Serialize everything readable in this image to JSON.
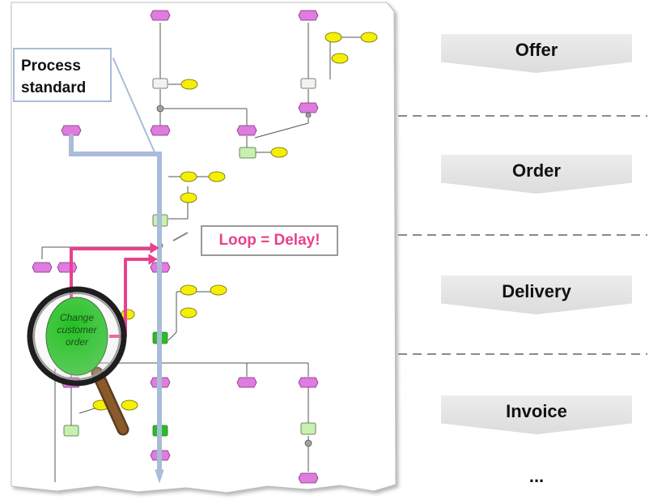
{
  "callouts": {
    "process_standard": "Process standard",
    "loop_delay": "Loop = Delay!"
  },
  "magnifier": {
    "label": "Change customer order"
  },
  "phases": [
    {
      "label": "Offer"
    },
    {
      "label": "Order"
    },
    {
      "label": "Delivery"
    },
    {
      "label": "Invoice"
    },
    {
      "label": "..."
    }
  ],
  "colors": {
    "event_pink": "#e07be0",
    "function_green": "#c8f0b0",
    "highlight_green": "#22c022",
    "org_yellow": "#f5f000",
    "standard_path": "#a9bcd8",
    "loop_path": "#e8418e",
    "divider": "#8a8a8a",
    "magnifier_handle": "#8b5a2b"
  }
}
